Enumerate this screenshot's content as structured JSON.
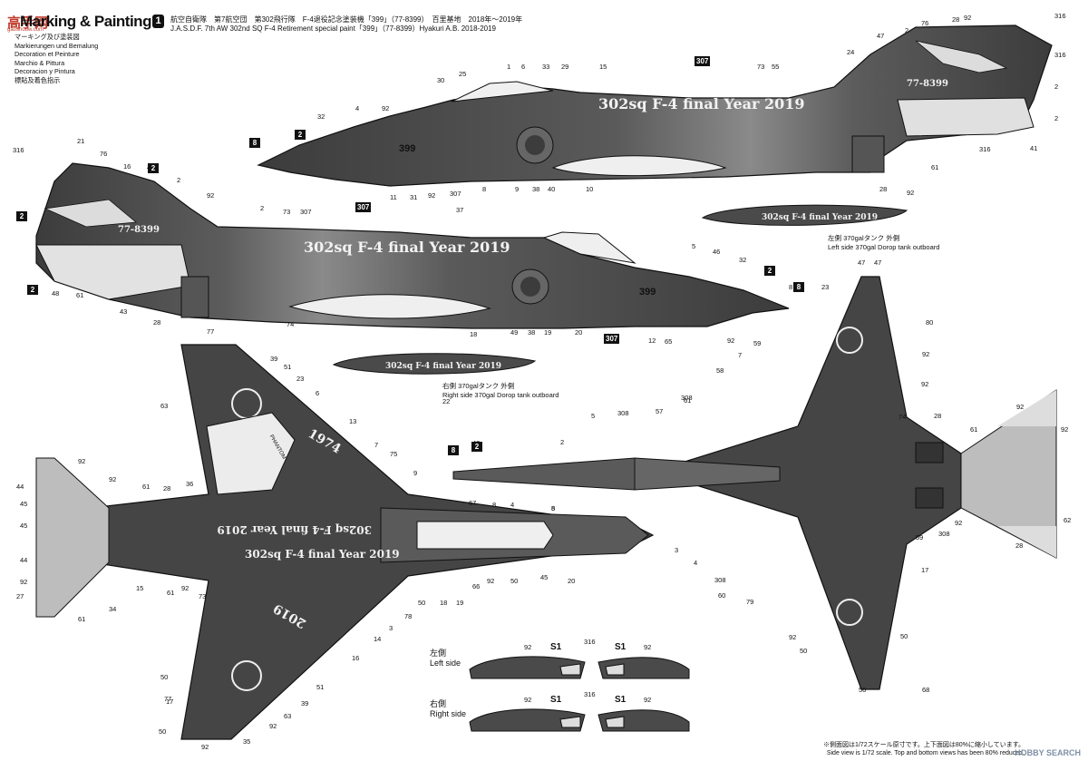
{
  "header": {
    "logo_text": "高手网",
    "logo_sub": "gaoshouw.com",
    "title": "Marking & Painting",
    "section_number": "1",
    "line_jp": "航空自衛隊　第7航空団　第302飛行隊　F-4退役記念塗装機「399」（77-8399）　百里基地　2018年〜2019年",
    "line_en": "J.A.S.D.F. 7th AW 302nd SQ F-4 Retirement special paint「399」（77-8399）Hyakuri A.B. 2018-2019",
    "languages": [
      "マーキング及び塗装図",
      "Markierungen und Bemalung",
      "Decoration et Peinture",
      "Marchio & Pittura",
      "Decoracion y Pintura",
      "標貼及着色指示"
    ]
  },
  "aircraft": {
    "fuselage_text": "302sq F-4 final Year 2019",
    "serial": "77-8399",
    "nose_number": "399",
    "tail_year": "1974",
    "tail_text": "PHANTOM",
    "rotated_year": "2019"
  },
  "captions": {
    "left_tank_jp": "左側 370galタンク 外側",
    "left_tank_en": "Left side 370gal Dorop tank outboard",
    "right_tank_jp": "右側 370galタンク 外側",
    "right_tank_en": "Right side 370gal Dorop tank outboard",
    "tank_text": "302sq F-4 final Year 2019"
  },
  "side_views": {
    "left_jp": "左側",
    "left_en": "Left side",
    "right_jp": "右側",
    "right_en": "Right side",
    "s1": "S1",
    "n92": "92",
    "n316": "316"
  },
  "footer": {
    "jp": "※側面図は1/72スケール原寸です。上下面図は80%に縮小しています。",
    "en": "Side view is 1/72 scale. Top and bottom views has been 80% reduced."
  },
  "watermark": "HOBBY SEARCH",
  "colors": {
    "camo_dark": "#3c3c3c",
    "camo_mid": "#6b6b6b",
    "light_gray": "#d9d9d9",
    "box_black": "#111111",
    "logo_red": "#c0392b"
  },
  "callouts_plain": [
    "316",
    "92",
    "76",
    "28",
    "47",
    "2",
    "24",
    "73",
    "55",
    "307",
    "1",
    "6",
    "33",
    "29",
    "15",
    "25",
    "30",
    "10",
    "40",
    "38",
    "9",
    "8",
    "307",
    "92",
    "11",
    "31",
    "32",
    "4",
    "92",
    "21",
    "76",
    "16",
    "37",
    "73",
    "307",
    "24",
    "92",
    "2",
    "47",
    "2",
    "316",
    "48",
    "61",
    "43",
    "28",
    "74",
    "18",
    "49",
    "38",
    "19",
    "20",
    "12",
    "65",
    "46",
    "5",
    "32",
    "8",
    "92",
    "28",
    "92",
    "22",
    "23",
    "77",
    "47",
    "47",
    "80",
    "92",
    "59",
    "7",
    "58",
    "308",
    "92",
    "74",
    "28",
    "61",
    "92",
    "63",
    "39",
    "51",
    "23",
    "6",
    "13",
    "7",
    "75",
    "9",
    "67",
    "8",
    "4",
    "5",
    "50",
    "92",
    "45",
    "20",
    "66",
    "19",
    "18",
    "50",
    "78",
    "3",
    "14",
    "16",
    "73",
    "92",
    "61",
    "28",
    "61",
    "15",
    "36",
    "92",
    "44",
    "45",
    "45",
    "44",
    "92",
    "27",
    "61",
    "92",
    "34",
    "17",
    "51",
    "39",
    "63",
    "92",
    "50",
    "77",
    "50",
    "92",
    "35",
    "92",
    "62",
    "28",
    "92",
    "308",
    "59",
    "17",
    "79",
    "92",
    "50",
    "50",
    "68",
    "56",
    "308",
    "57",
    "61",
    "3",
    "308",
    "60",
    "4",
    "5",
    "2",
    "8",
    "42",
    "41",
    "61",
    "316",
    "2",
    "2",
    "316"
  ],
  "callouts_boxed": [
    "8",
    "2",
    "2",
    "8",
    "2",
    "2",
    "2",
    "8",
    "2",
    "307",
    "307",
    "307"
  ]
}
